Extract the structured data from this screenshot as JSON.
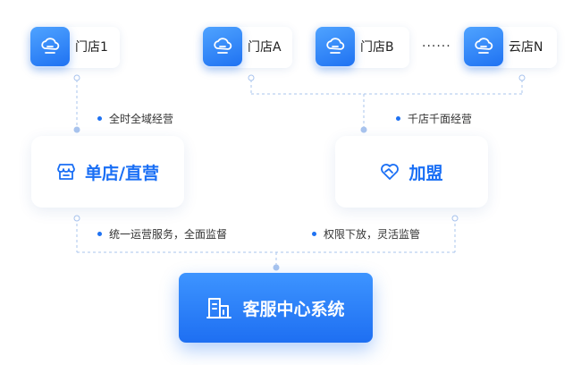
{
  "stores": [
    {
      "label": "门店1",
      "icon": "cloud-store-icon"
    },
    {
      "label": "门店A",
      "icon": "cloud-store-icon"
    },
    {
      "label": "门店B",
      "icon": "cloud-store-icon"
    },
    {
      "label": "云店N",
      "icon": "cloud-store-icon"
    }
  ],
  "ellipsis": "······",
  "modes": {
    "direct": {
      "label": "单店/直营",
      "icon": "storefront-icon"
    },
    "franchise": {
      "label": "加盟",
      "icon": "heart-handshake-icon"
    }
  },
  "annotations": {
    "direct_top": "全时全域经营",
    "franchise_top": "千店千面经营",
    "direct_bottom": "统一运营服务，全面监督",
    "franchise_bottom": "权限下放，灵活监管"
  },
  "center": {
    "label": "客服中心系统",
    "icon": "building-icon"
  },
  "colors": {
    "accent": "#1f72f2",
    "connector": "#a9c4ee",
    "text": "#222222"
  }
}
